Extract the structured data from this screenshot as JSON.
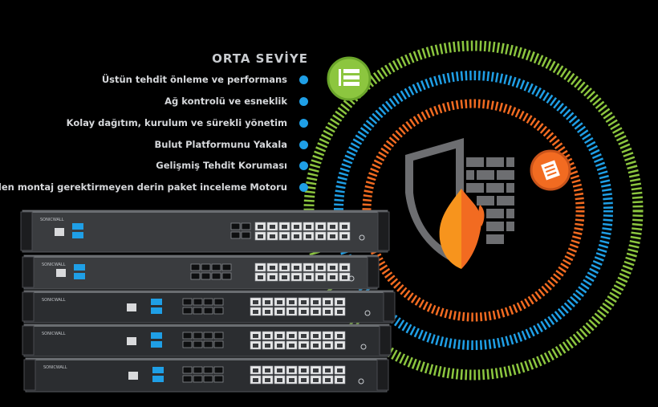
{
  "heading": "ORTA SEVİYE",
  "features": [
    "Üstün tehdit önleme ve performans",
    "Ağ kontrolü ve esneklik",
    "Kolay dağıtım, kurulum ve sürekli yönetim",
    "Bulut Platformunu Yakala",
    "Gelişmiş Tehdit Koruması",
    "Yeniden montaj gerektirmeyen derin paket inceleme Motoru"
  ],
  "brand": "SONICWALL",
  "colors": {
    "background": "#000000",
    "ring_green": "#8cc63f",
    "ring_blue": "#1f9fe6",
    "ring_orange": "#f26b21",
    "bullet": "#1f9fe6",
    "shield": "#6d6e71",
    "flame_orange": "#f7941d"
  },
  "icons": [
    "server-badge-icon",
    "document-badge-icon",
    "shield-firewall-icon"
  ]
}
